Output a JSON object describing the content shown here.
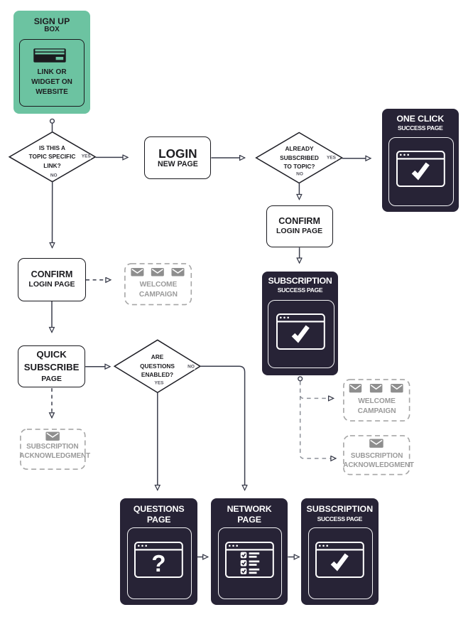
{
  "diagram_title": "Sign up subscription flow diagram",
  "colors": {
    "background": "#ffffff",
    "signup_green": "#6cc3a1",
    "page_dark_navy": "#272336",
    "connector_dark": "#3a3d4c",
    "connector_gray": "#8d9199",
    "dashed_box_border": "#a6a6a6",
    "gray_text": "#9a9a9a",
    "envelope_gray": "#8e8e8e",
    "dark_text": "#1c1c20",
    "white_text": "#ffffff"
  },
  "nodes": {
    "signup_box": {
      "title": "SIGN UP",
      "subtitle": "BOX",
      "caption": "LINK OR\nWIDGET ON\nWEBSITE",
      "icon": "signup-widget-icon"
    },
    "decision_topic_link": {
      "question": "IS THIS A\nTOPIC SPECIFIC\nLINK?",
      "yes_label": "YES",
      "no_label": "NO"
    },
    "login_page": {
      "title": "LOGIN",
      "subtitle": "NEW PAGE"
    },
    "decision_already_subscribed": {
      "question": "ALREADY\nSUBSCRIBED\nTO TOPIC?",
      "yes_label": "YES",
      "no_label": "NO"
    },
    "one_click_success_page": {
      "title": "ONE CLICK",
      "subtitle": "SUCCESS PAGE",
      "icon": "browser-window-check-icon"
    },
    "confirm_login_page_right": {
      "title": "CONFIRM",
      "subtitle": "LOGIN PAGE"
    },
    "subscription_success_page_mid": {
      "title": "SUBSCRIPTION",
      "subtitle": "SUCCESS PAGE",
      "icon": "browser-window-check-icon"
    },
    "confirm_login_page_left": {
      "title": "CONFIRM",
      "subtitle": "LOGIN PAGE"
    },
    "welcome_campaign_left": {
      "label": "WELCOME\nCAMPAIGN",
      "icon": "envelope-icon",
      "envelope_count": 3
    },
    "quick_subscribe_page": {
      "title": "QUICK\nSUBSCRIBE",
      "subtitle": "PAGE"
    },
    "decision_questions_enabled": {
      "question": "ARE\nQUESTIONS\nENABLED?",
      "yes_label": "YES",
      "no_label": "NO"
    },
    "subscription_acknowledgment_left": {
      "label": "SUBSCRIPTION\nACKNOWLEDGMENT",
      "icon": "envelope-icon",
      "envelope_count": 1
    },
    "welcome_campaign_right": {
      "label": "WELCOME\nCAMPAIGN",
      "icon": "envelope-icon",
      "envelope_count": 3
    },
    "subscription_acknowledgment_right": {
      "label": "SUBSCRIPTION\nACKNOWLEDGMENT",
      "icon": "envelope-icon",
      "envelope_count": 1
    },
    "questions_page": {
      "title": "QUESTIONS\nPAGE",
      "icon": "browser-window-question-icon",
      "window_glyph": "?"
    },
    "network_page": {
      "title": "NETWORK\nPAGE",
      "icon": "browser-window-checklist-icon"
    },
    "subscription_success_page_bottom": {
      "title": "SUBSCRIPTION",
      "subtitle": "SUCCESS PAGE",
      "icon": "browser-window-check-icon"
    }
  }
}
